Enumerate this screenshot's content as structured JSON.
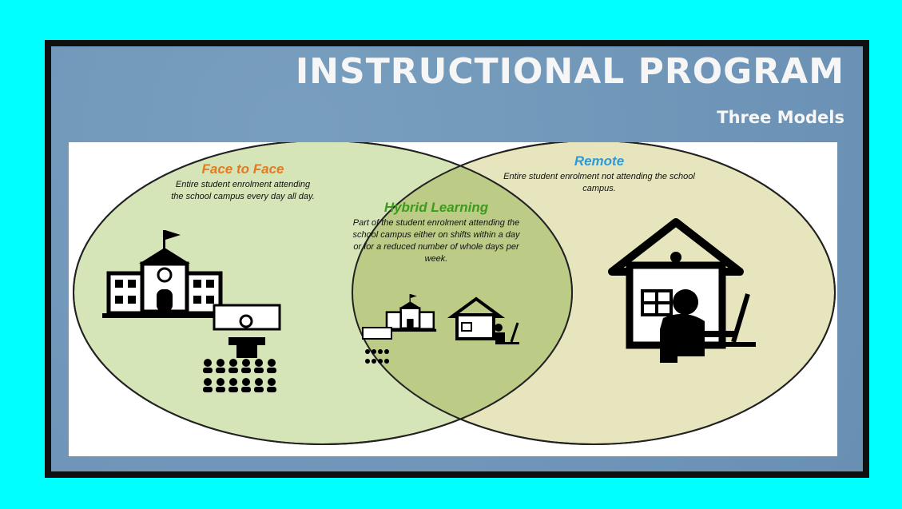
{
  "header": {
    "title": "INSTRUCTIONAL PROGRAM",
    "subtitle": "Three Models"
  },
  "models": {
    "face_to_face": {
      "title": "Face to Face",
      "description": "Entire student enrolment attending the school campus every day all day.",
      "title_color": "#e07b22"
    },
    "hybrid": {
      "title": "Hybrid Learning",
      "description": "Part of the student enrolment attending the school campus either on shifts within a day or for a reduced number of whole days per week.",
      "title_color": "#3c9a1c"
    },
    "remote": {
      "title": "Remote",
      "description": "Entire student enrolment not attending the school campus.",
      "title_color": "#2f9ad6"
    }
  },
  "colors": {
    "background": "#00ffff",
    "panel": "#6d96ba",
    "left_circle": "#d6e5b7",
    "right_circle": "#e7e5bd",
    "overlap": "#bccb86"
  },
  "icons": [
    "school-icon",
    "teacher-desk-icon",
    "students-icon",
    "house-icon",
    "person-computer-icon"
  ]
}
